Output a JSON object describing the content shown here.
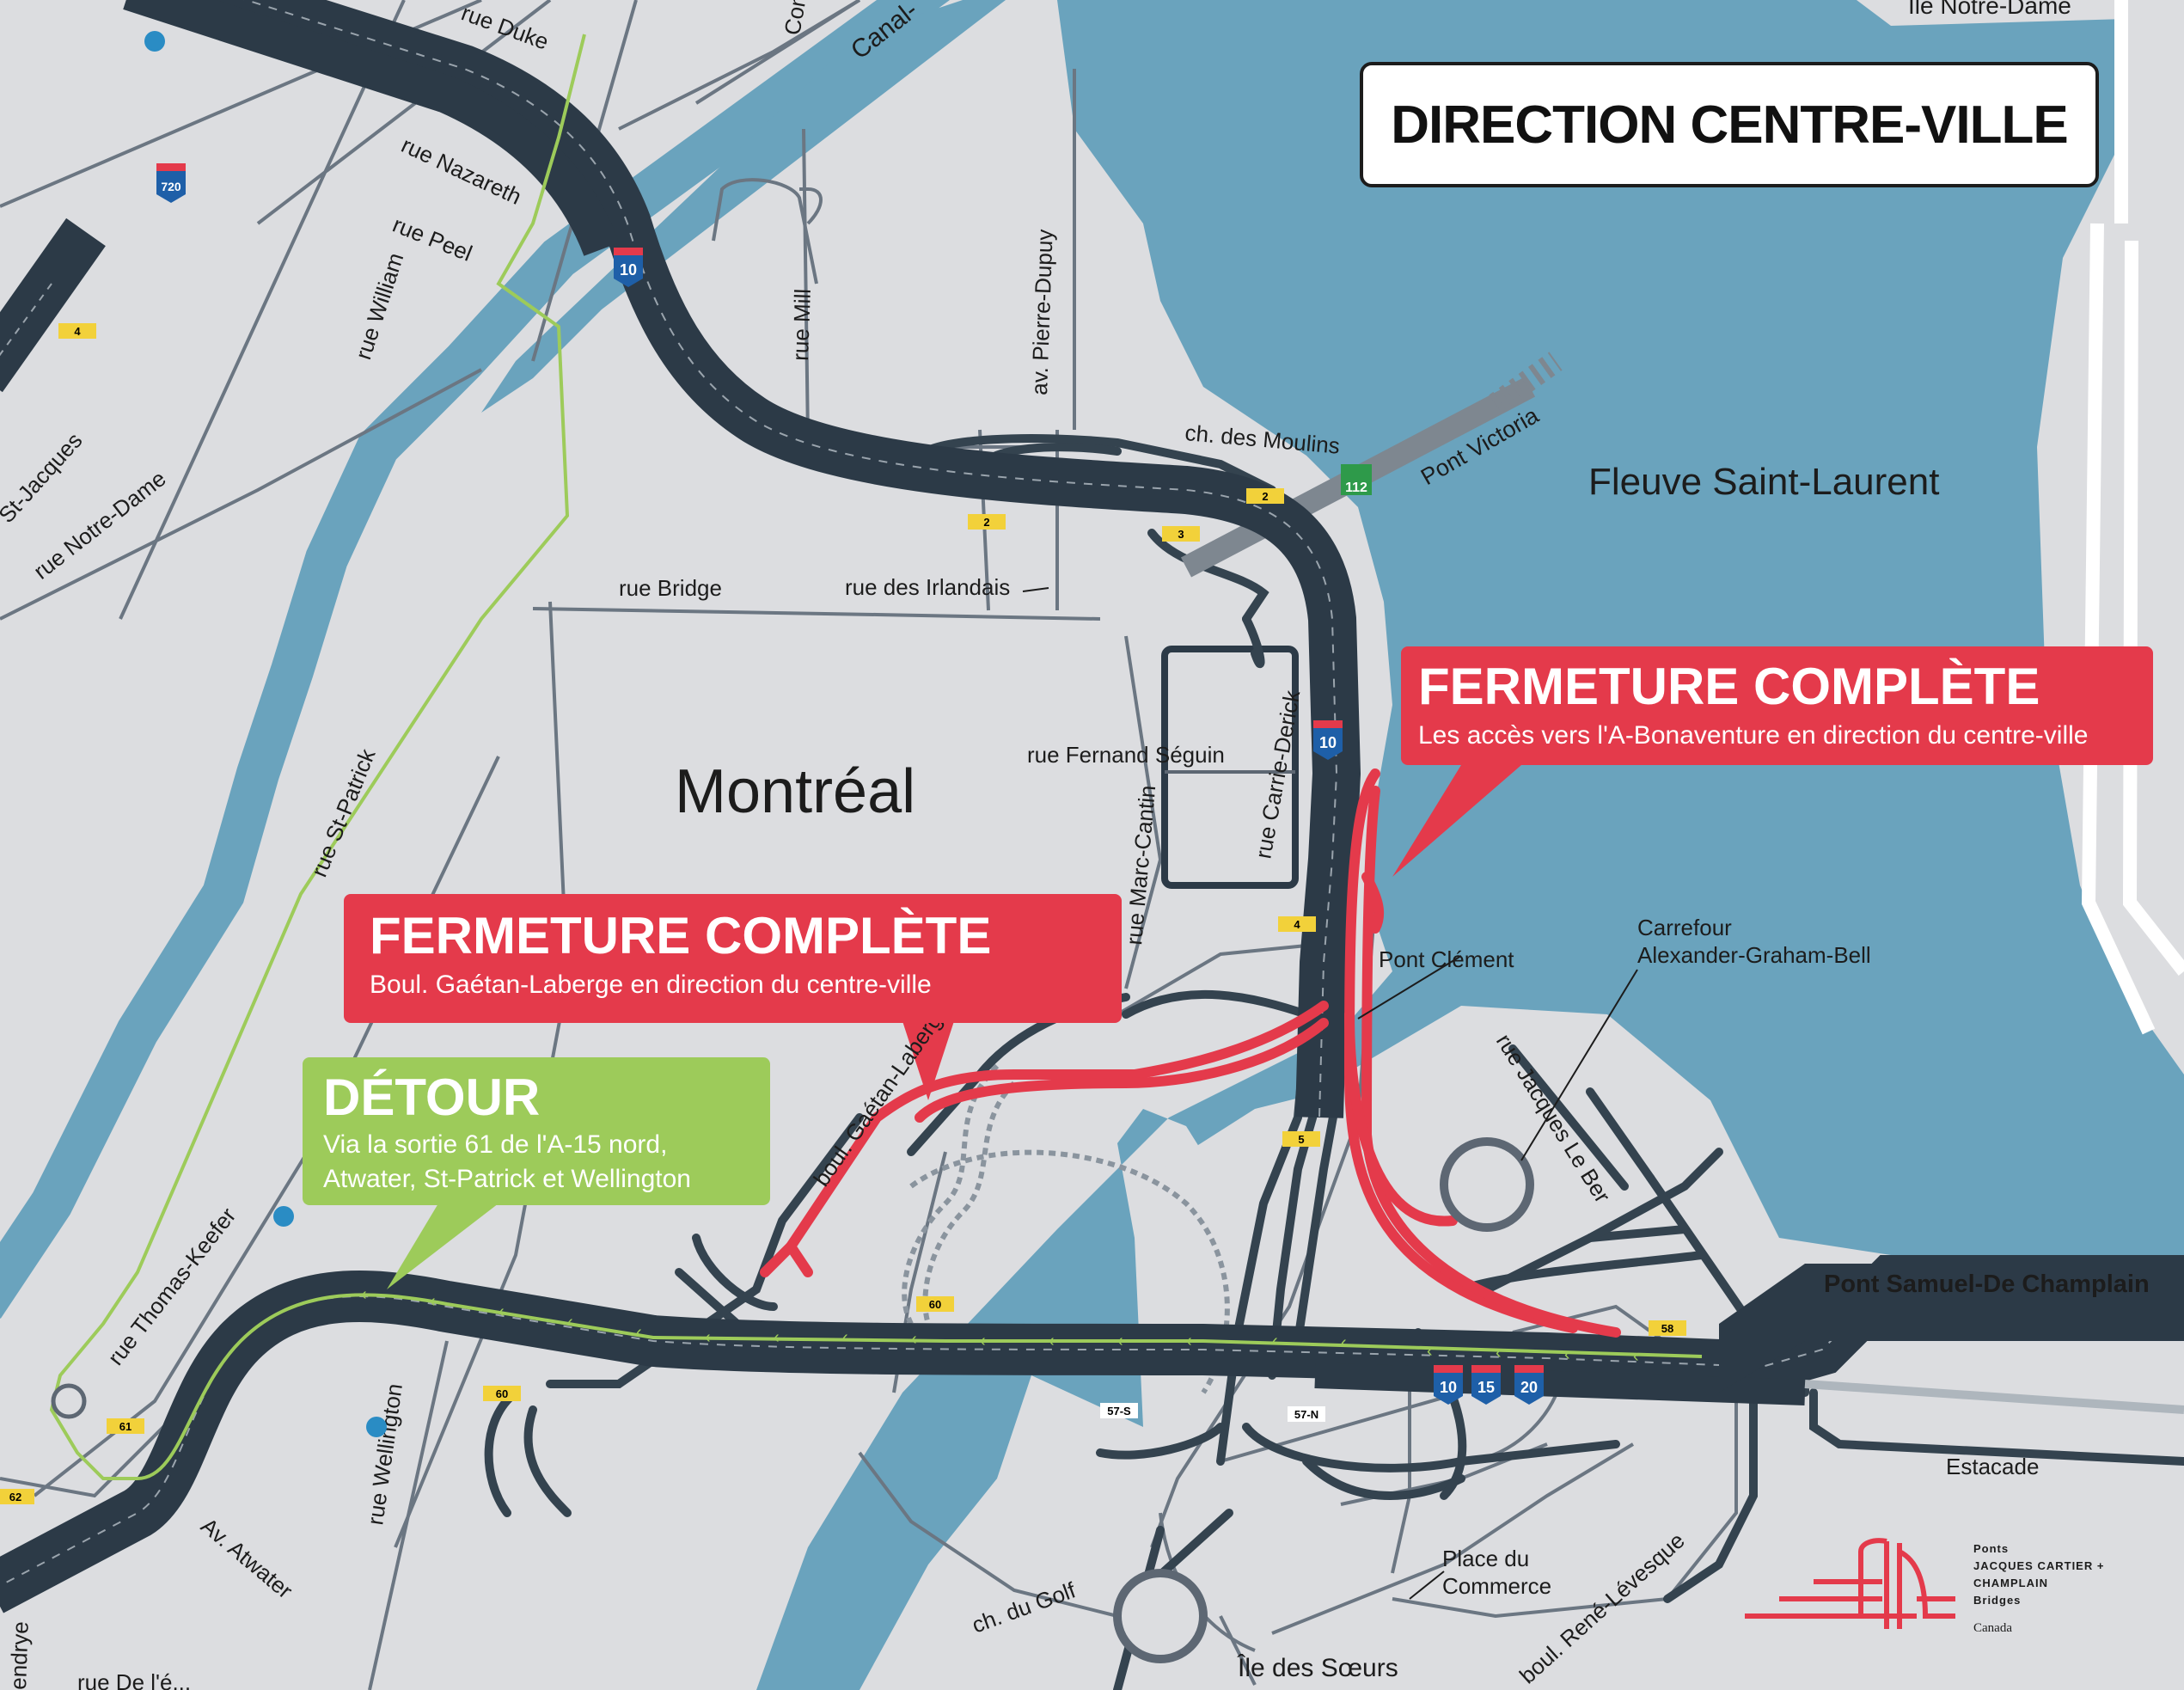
{
  "header": {
    "direction_title": "DIRECTION CENTRE-VILLE"
  },
  "closures": [
    {
      "title": "FERMETURE COMPLÈTE",
      "text": "Les accès vers l'A-Bonaventure en direction du centre-ville"
    },
    {
      "title": "FERMETURE COMPLÈTE",
      "text": "Boul. Gaétan-Laberge en direction du centre-ville"
    }
  ],
  "detour": {
    "title": "DÉTOUR",
    "line1": "Via la sortie 61 de l'A-15 nord,",
    "line2": "Atwater, St-Patrick et Wellington"
  },
  "water": {
    "river": "Fleuve Saint-Laurent",
    "canal": "Canal-"
  },
  "places": {
    "city": "Montréal",
    "ile_notre_dame": "Île Notre-Dame",
    "ile_des_soeurs": "Île des Sœurs",
    "carrefour_1": "Carrefour",
    "carrefour_2": "Alexander-Graham-Bell",
    "place_commerce_1": "Place du",
    "place_commerce_2": "Commerce",
    "estacade": "Estacade"
  },
  "bridges": {
    "samuel": "Pont Samuel-De Champlain",
    "victoria": "Pont Victoria",
    "clement": "Pont Clément"
  },
  "streets": {
    "duke": "rue Duke",
    "nazareth": "rue Nazareth",
    "peel": "rue Peel",
    "william": "rue William",
    "mill": "rue Mill",
    "pierre_dupuy": "av. Pierre-Dupuy",
    "moulins": "ch. des Moulins",
    "bridge": "rue Bridge",
    "irlandais": "rue des Irlandais",
    "fernand": "rue Fernand Séguin",
    "carrie": "rue Carrie-Derick",
    "marc": "rue Marc-Cantin",
    "st_patrick": "rue St-Patrick",
    "st_jacques": "St-Jacques",
    "notre_dame": "rue Notre-Dame",
    "gaetan": "boul. Gaétan-Laberge",
    "thomas": "rue Thomas-Keefer",
    "wellington": "rue Wellington",
    "atwater": "Av. Atwater",
    "golf": "ch. du Golf",
    "rene": "boul. René-Lévesque",
    "jacques_le_ber": "rue Jacques Le Ber",
    "de_l": "rue De l'é...",
    "dry": "endrye",
    "com": "Com"
  },
  "exits": {
    "e4a": "4",
    "e2a": "2",
    "e2b": "2",
    "e3": "3",
    "e4b": "4",
    "e5": "5",
    "e58": "58",
    "e60a": "60",
    "e60b": "60",
    "e61": "61",
    "e62": "62",
    "e57s": "57-S",
    "e57n": "57-N"
  },
  "shields": {
    "a10": "10",
    "a15": "15",
    "a20": "20",
    "a720": "720",
    "r112": "112"
  },
  "logo": {
    "line1": "Ponts",
    "line2": "JACQUES CARTIER +",
    "line3": "CHAMPLAIN",
    "line4": "Bridges",
    "canada": "Canada"
  },
  "colors": {
    "land": "#dcdde0",
    "water": "#6aa3bd",
    "highway": "#2c3a47",
    "street": "#5d6773",
    "closure": "#e43a4b",
    "detour": "#9dcb5a",
    "river_label": "#1d6fa8"
  }
}
